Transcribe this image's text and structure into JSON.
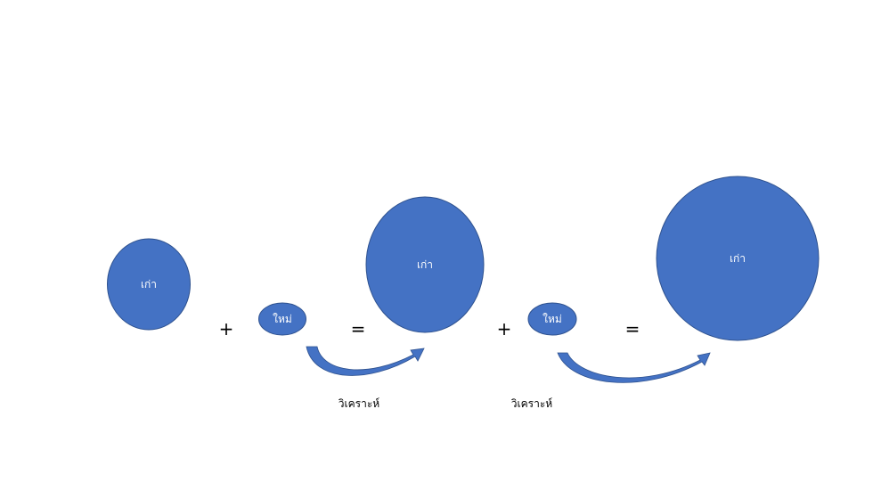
{
  "nodes": {
    "old_1": {
      "label": "เก่า"
    },
    "new_1": {
      "label": "ใหม่"
    },
    "old_2": {
      "label": "เก่า"
    },
    "new_2": {
      "label": "ใหม่"
    },
    "old_3": {
      "label": "เก่า"
    }
  },
  "operators": {
    "plus_1": "+",
    "equals_1": "=",
    "plus_2": "+",
    "equals_2": "="
  },
  "captions": {
    "analyze_1": "วิเคราะห์",
    "analyze_2": "วิเคราะห์"
  },
  "colors": {
    "shape_fill": "#4472c4",
    "shape_stroke": "#2f528f",
    "label_text": "#ffffff"
  }
}
